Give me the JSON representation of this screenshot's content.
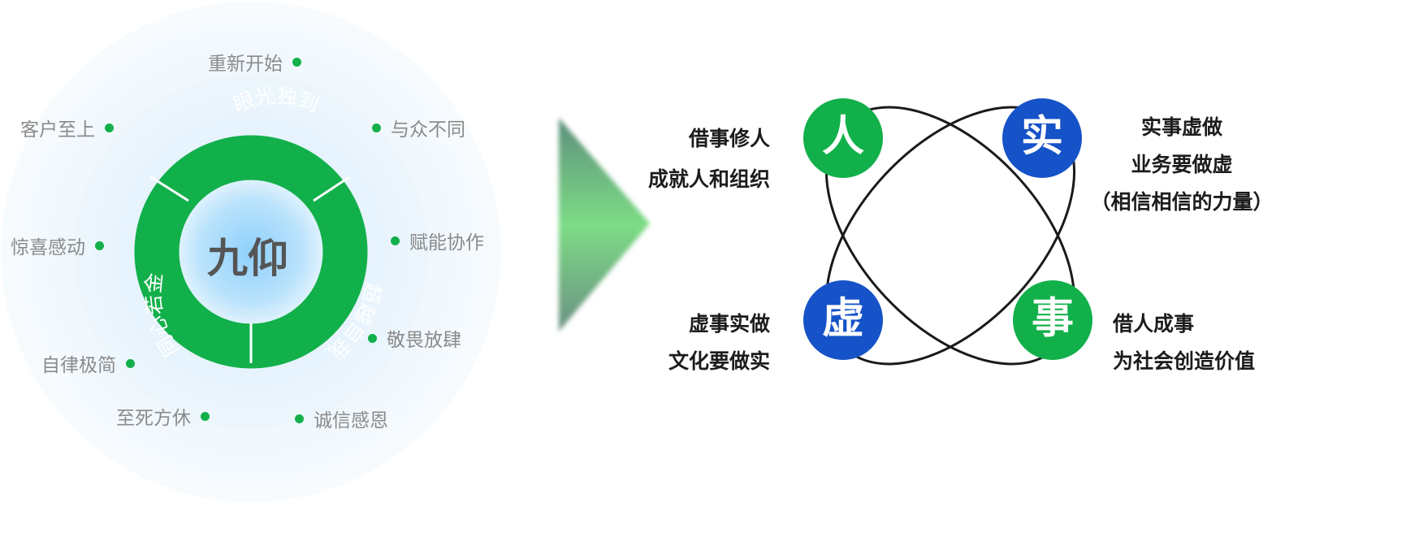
{
  "left_diagram": {
    "center_label": "九仰",
    "ring_segments": [
      {
        "label": "眼光独到"
      },
      {
        "label": "超越自我"
      },
      {
        "label": "同心若金"
      }
    ],
    "values": [
      {
        "label": "重新开始"
      },
      {
        "label": "与众不同"
      },
      {
        "label": "赋能协作"
      },
      {
        "label": "敬畏放肆"
      },
      {
        "label": "诚信感恩"
      },
      {
        "label": "至死方休"
      },
      {
        "label": "自律极简"
      },
      {
        "label": "惊喜感动"
      },
      {
        "label": "客户至上"
      }
    ],
    "colors": {
      "ring_green": "#12b04a",
      "center_blue": "#9fd6fb",
      "halo_blue": "#e8f4fc",
      "dot_green": "#12b04a"
    }
  },
  "arrow": {
    "colors": {
      "top": "#5d8f7d",
      "middle": "#7ddc85",
      "bottom": "#6a8f83"
    }
  },
  "right_diagram": {
    "nodes": [
      {
        "char": "人",
        "color": "#12b04a"
      },
      {
        "char": "实",
        "color": "#1652c8"
      },
      {
        "char": "虚",
        "color": "#1652c8"
      },
      {
        "char": "事",
        "color": "#12b04a"
      }
    ],
    "texts": {
      "top_left": [
        "借事修人",
        "成就人和组织"
      ],
      "top_right": [
        "实事虚做",
        "业务要做虚",
        "（相信相信的力量）"
      ],
      "bottom_left": [
        "虚事实做",
        "文化要做实"
      ],
      "bottom_right": [
        "借人成事",
        "为社会创造价值"
      ]
    }
  }
}
